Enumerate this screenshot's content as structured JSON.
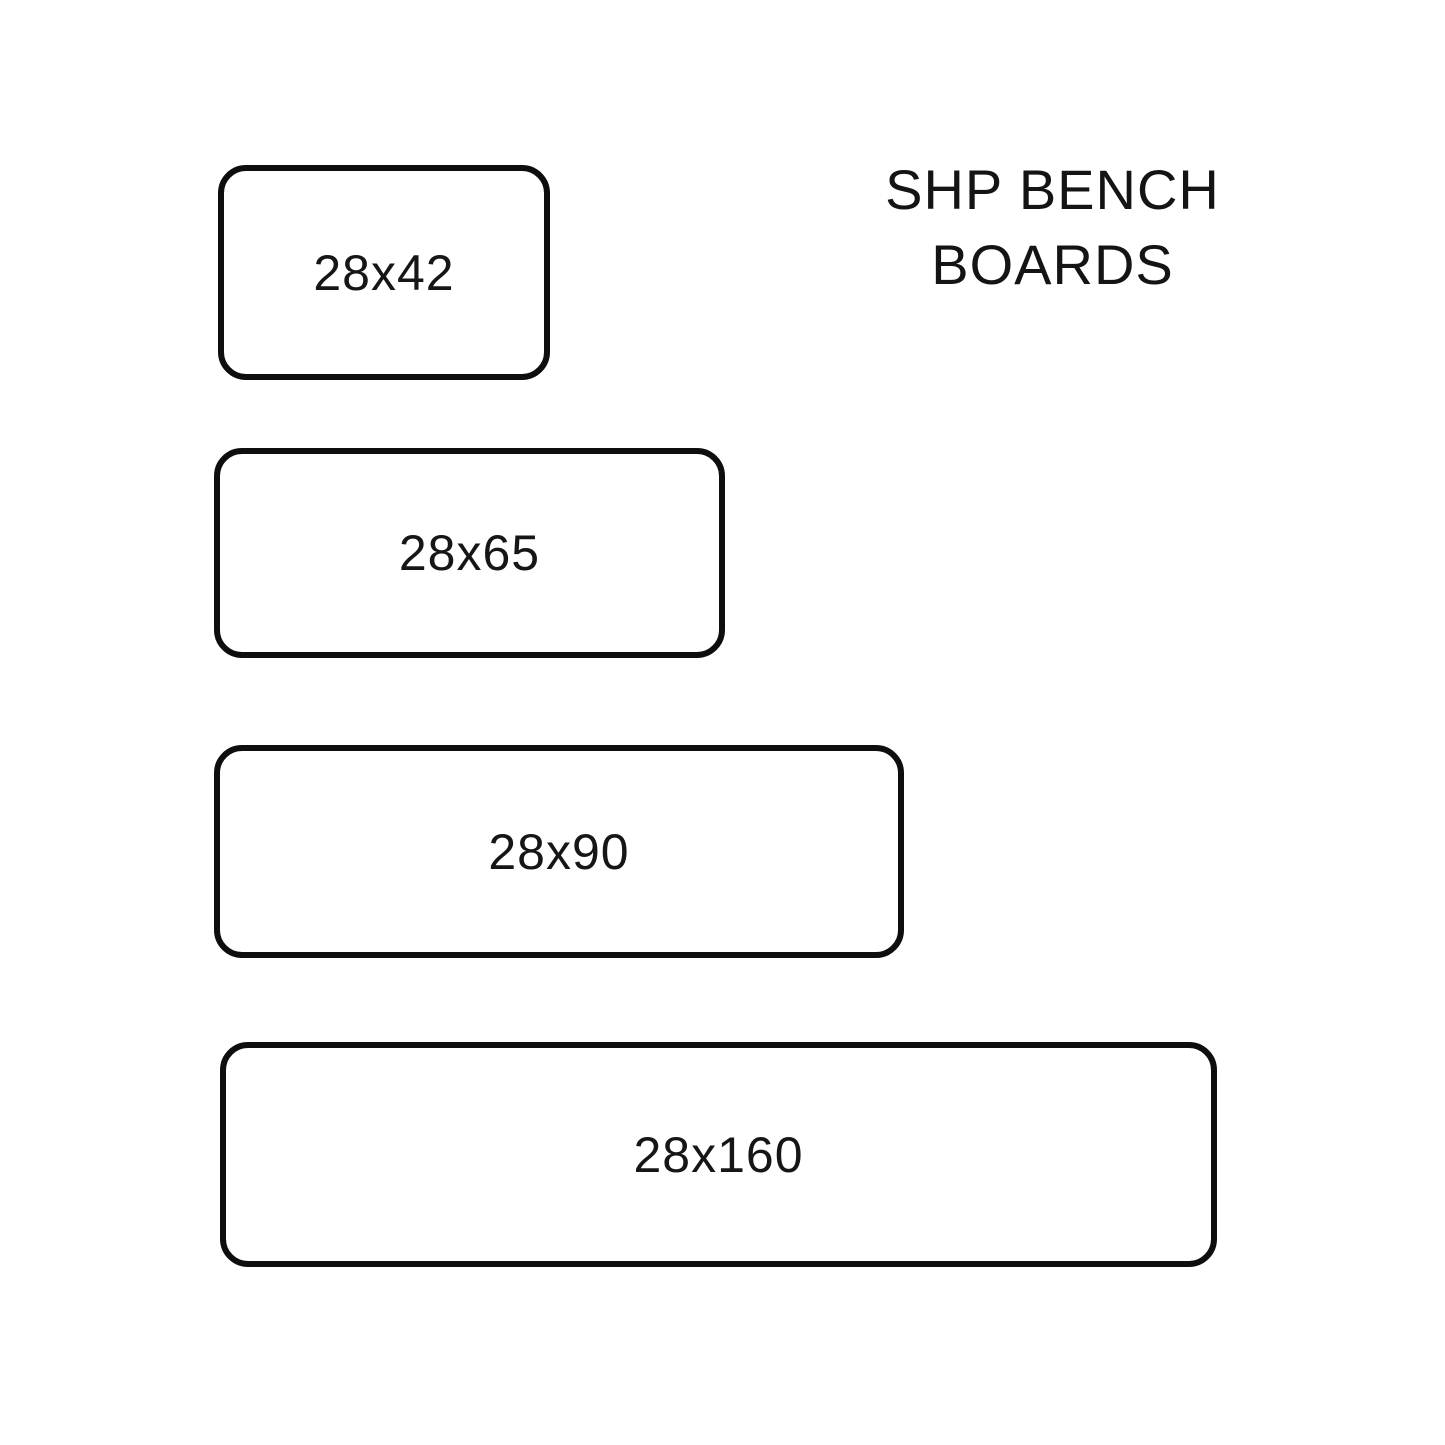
{
  "title": {
    "line1": "SHP BENCH",
    "line2": "BOARDS"
  },
  "boards": [
    {
      "label": "28x42"
    },
    {
      "label": "28x65"
    },
    {
      "label": "28x90"
    },
    {
      "label": "28x160"
    }
  ],
  "colors": {
    "outline": "#0e0e0e",
    "background": "#ffffff",
    "text": "#141414"
  }
}
